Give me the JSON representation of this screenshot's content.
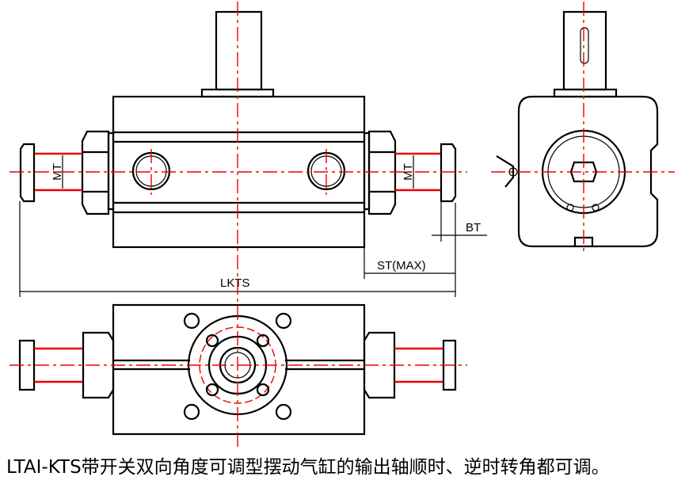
{
  "labels": {
    "mt_left": "MT",
    "mt_right": "MT",
    "bt": "BT",
    "st_max": "ST(MAX)",
    "lkts": "LKTS"
  },
  "caption": "LTAI-KTS带开关双向角度可调型摆动气缸的输出轴顺时、逆时转角都可调。",
  "colors": {
    "line": "#000000",
    "centerline": "#ee0000"
  }
}
